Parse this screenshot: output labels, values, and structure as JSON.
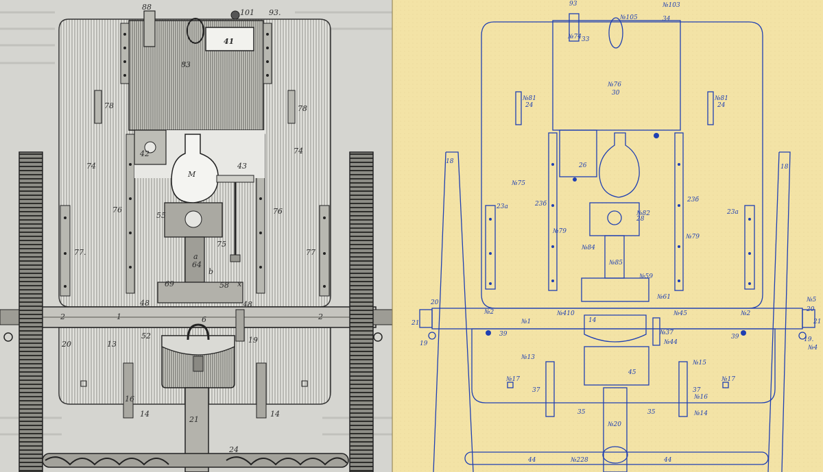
{
  "left_labels": [
    {
      "id": "l88",
      "text": "88"
    },
    {
      "id": "l101",
      "text": "101"
    },
    {
      "id": "l93",
      "text": "93."
    },
    {
      "id": "l41",
      "text": "41"
    },
    {
      "id": "l83",
      "text": "83"
    },
    {
      "id": "l78a",
      "text": "78"
    },
    {
      "id": "l78b",
      "text": "78"
    },
    {
      "id": "l74a",
      "text": "74"
    },
    {
      "id": "l74b",
      "text": "74"
    },
    {
      "id": "l42",
      "text": "42"
    },
    {
      "id": "l43",
      "text": "43"
    },
    {
      "id": "lM",
      "text": "M"
    },
    {
      "id": "l76a",
      "text": "76"
    },
    {
      "id": "l76b",
      "text": "76"
    },
    {
      "id": "l55",
      "text": "55"
    },
    {
      "id": "l75",
      "text": "75"
    },
    {
      "id": "l77a",
      "text": "77."
    },
    {
      "id": "l77b",
      "text": "77"
    },
    {
      "id": "la",
      "text": "a"
    },
    {
      "id": "l64",
      "text": "64"
    },
    {
      "id": "lb",
      "text": "b"
    },
    {
      "id": "l69",
      "text": "69"
    },
    {
      "id": "l58",
      "text": "58"
    },
    {
      "id": "lx",
      "text": "x"
    },
    {
      "id": "l48a",
      "text": "48"
    },
    {
      "id": "l48b",
      "text": "48"
    },
    {
      "id": "l2a",
      "text": "2"
    },
    {
      "id": "l1",
      "text": "1"
    },
    {
      "id": "l6",
      "text": "6"
    },
    {
      "id": "l2b",
      "text": "2"
    },
    {
      "id": "l52",
      "text": "52"
    },
    {
      "id": "l20",
      "text": "20"
    },
    {
      "id": "l13",
      "text": "13"
    },
    {
      "id": "l19",
      "text": "19"
    },
    {
      "id": "l16",
      "text": "16"
    },
    {
      "id": "l14a",
      "text": "14"
    },
    {
      "id": "l14b",
      "text": "14"
    },
    {
      "id": "l21",
      "text": "21"
    },
    {
      "id": "l24",
      "text": "24"
    }
  ],
  "right_labels": [
    {
      "id": "r93",
      "text": "93"
    },
    {
      "id": "r103",
      "text": "№103"
    },
    {
      "id": "r105",
      "text": "№105"
    },
    {
      "id": "r34",
      "text": "34"
    },
    {
      "id": "r74",
      "text": "№74"
    },
    {
      "id": "r33",
      "text": "33"
    },
    {
      "id": "r76",
      "text": "№76"
    },
    {
      "id": "r30",
      "text": "30"
    },
    {
      "id": "r81a",
      "text": "№81"
    },
    {
      "id": "r24a",
      "text": "24"
    },
    {
      "id": "r81b",
      "text": "№81"
    },
    {
      "id": "r24b",
      "text": "24"
    },
    {
      "id": "r18a",
      "text": "18"
    },
    {
      "id": "r18b",
      "text": "18"
    },
    {
      "id": "r75",
      "text": "№75"
    },
    {
      "id": "r26",
      "text": "26"
    },
    {
      "id": "r23a1",
      "text": "23a"
    },
    {
      "id": "r23b1",
      "text": "23б"
    },
    {
      "id": "r23b2",
      "text": "23б"
    },
    {
      "id": "r23a2",
      "text": "23a"
    },
    {
      "id": "r82",
      "text": "№82"
    },
    {
      "id": "r28",
      "text": "28"
    },
    {
      "id": "r79a",
      "text": "№79"
    },
    {
      "id": "r79b",
      "text": "№79"
    },
    {
      "id": "r84",
      "text": "№84"
    },
    {
      "id": "r85",
      "text": "№85"
    },
    {
      "id": "r59",
      "text": "№59"
    },
    {
      "id": "r61",
      "text": "№61"
    },
    {
      "id": "r20a",
      "text": "20"
    },
    {
      "id": "r21a",
      "text": "21"
    },
    {
      "id": "r19a",
      "text": "19"
    },
    {
      "id": "r2a",
      "text": "№2"
    },
    {
      "id": "r410",
      "text": "№410"
    },
    {
      "id": "r1",
      "text": "№1"
    },
    {
      "id": "r14",
      "text": "14"
    },
    {
      "id": "r45a",
      "text": "№45"
    },
    {
      "id": "r2b",
      "text": "№2"
    },
    {
      "id": "r5",
      "text": "№5"
    },
    {
      "id": "r20b",
      "text": "20"
    },
    {
      "id": "r21b",
      "text": "21"
    },
    {
      "id": "r19b",
      "text": "19."
    },
    {
      "id": "r4",
      "text": "№4"
    },
    {
      "id": "r39a",
      "text": "39"
    },
    {
      "id": "r39b",
      "text": "39"
    },
    {
      "id": "r37a",
      "text": "№37"
    },
    {
      "id": "r44",
      "text": "№44"
    },
    {
      "id": "r13",
      "text": "№13"
    },
    {
      "id": "r15",
      "text": "№15"
    },
    {
      "id": "r45",
      "text": "45"
    },
    {
      "id": "r17a",
      "text": "№17"
    },
    {
      "id": "r17b",
      "text": "№17"
    },
    {
      "id": "r37b",
      "text": "37"
    },
    {
      "id": "r37c",
      "text": "37"
    },
    {
      "id": "r16",
      "text": "№16"
    },
    {
      "id": "r35a",
      "text": "35"
    },
    {
      "id": "r35b",
      "text": "35"
    },
    {
      "id": "r14b",
      "text": "№14"
    },
    {
      "id": "r20c",
      "text": "№20"
    },
    {
      "id": "r44a",
      "text": "44"
    },
    {
      "id": "r228",
      "text": "№228"
    },
    {
      "id": "r44b",
      "text": "44"
    }
  ]
}
